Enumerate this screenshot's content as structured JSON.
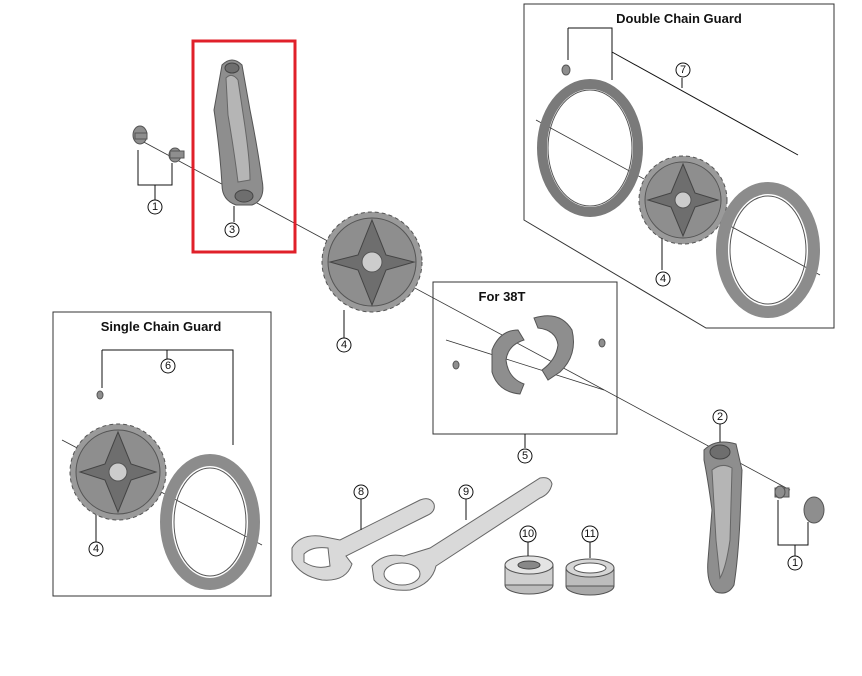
{
  "panels": {
    "double_chain_guard_title": "Double Chain Guard",
    "single_chain_guard_title": "Single Chain Guard",
    "for_38t_title": "For 38T"
  },
  "callouts": {
    "c1_top_left": "1",
    "c3_left_crank": "3",
    "c4_center_ring": "4",
    "c7_double_guard": "7",
    "c4_double_ring": "4",
    "c6_single_guard": "6",
    "c4_single_ring": "4",
    "c5_38t": "5",
    "c2_right_crank": "2",
    "c1_right_bolt": "1",
    "c8_wrench": "8",
    "c9_tool": "9",
    "c10_adapter": "10",
    "c11_lockring": "11"
  },
  "highlight": {
    "target_part": "3",
    "color": "#e0202a"
  }
}
